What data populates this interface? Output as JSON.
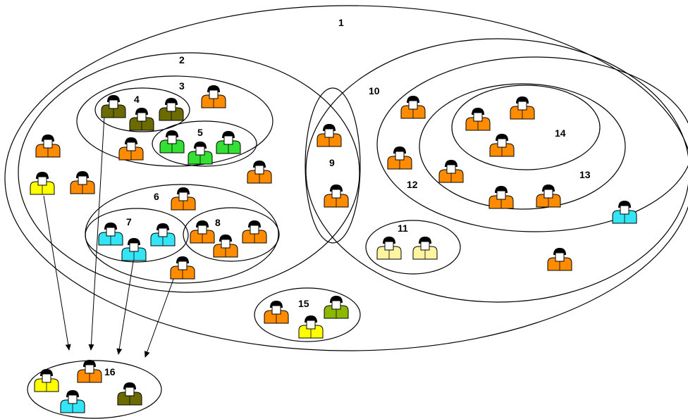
{
  "colors": {
    "orange": "#FF8C00",
    "olive": "#6B6B00",
    "green": "#33E033",
    "yellow": "#FFFF00",
    "cyan": "#33E5F5",
    "pale_yellow": "#FFF4A0",
    "yellow_green": "#8DB800",
    "outline": "#000000",
    "hair": "#000000",
    "face": "#FFFFFF"
  },
  "icon": "person-icon",
  "groups": [
    {
      "id": "1",
      "label": "1",
      "contains": [
        "2",
        "9",
        "10",
        "15"
      ]
    },
    {
      "id": "2",
      "label": "2",
      "contains": [
        "3",
        "6"
      ]
    },
    {
      "id": "3",
      "label": "3",
      "contains": [
        "4",
        "5"
      ]
    },
    {
      "id": "4",
      "label": "4",
      "members": [
        "olive",
        "olive",
        "olive"
      ]
    },
    {
      "id": "5",
      "label": "5",
      "members": [
        "green",
        "green",
        "green"
      ]
    },
    {
      "id": "6",
      "label": "6",
      "contains": [
        "7",
        "8"
      ]
    },
    {
      "id": "7",
      "label": "7",
      "members": [
        "cyan",
        "cyan",
        "cyan"
      ]
    },
    {
      "id": "8",
      "label": "8",
      "members": [
        "orange",
        "orange",
        "orange"
      ]
    },
    {
      "id": "9",
      "label": "9"
    },
    {
      "id": "10",
      "label": "10",
      "contains": [
        "11",
        "12"
      ]
    },
    {
      "id": "11",
      "label": "11",
      "members": [
        "pale_yellow",
        "pale_yellow"
      ]
    },
    {
      "id": "12",
      "label": "12",
      "contains": [
        "13"
      ]
    },
    {
      "id": "13",
      "label": "13",
      "contains": [
        "14"
      ]
    },
    {
      "id": "14",
      "label": "14"
    },
    {
      "id": "15",
      "label": "15",
      "members": [
        "orange",
        "yellow_green",
        "yellow"
      ]
    },
    {
      "id": "16",
      "label": "16",
      "members": [
        "yellow",
        "orange",
        "olive",
        "cyan"
      ]
    }
  ],
  "arrows": [
    {
      "from": "yellow person in 2",
      "to": "16"
    },
    {
      "from": "4",
      "to": "16"
    },
    {
      "from": "7",
      "to": "16"
    },
    {
      "from": "orange person in 6",
      "to": "16"
    }
  ]
}
